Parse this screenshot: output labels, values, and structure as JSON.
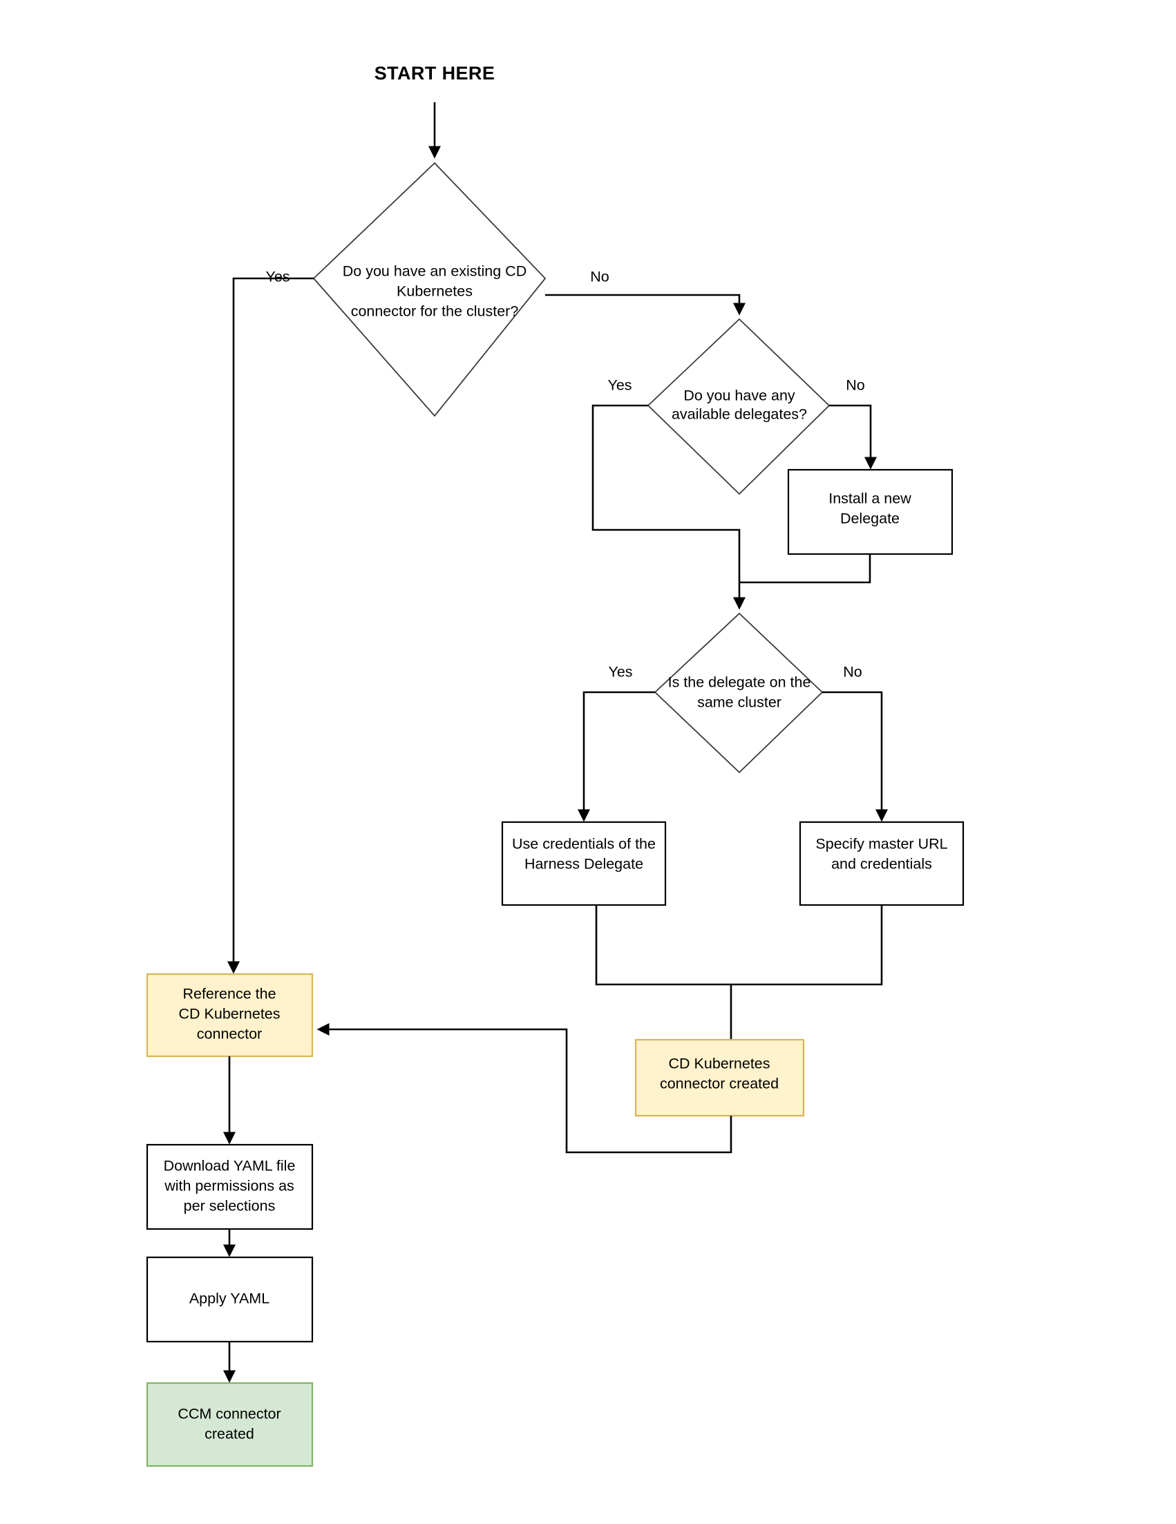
{
  "diagram": {
    "type": "flowchart",
    "title_label": "START HERE",
    "palette": {
      "orange_fill": "#FFF2CC",
      "orange_stroke": "#D6B656",
      "green_fill": "#D5E8D4",
      "green_stroke": "#82B366",
      "box_fill": "#FFFFFF",
      "box_stroke": "#000000",
      "edge_stroke": "#000000"
    },
    "decisions": [
      {
        "id": "d1",
        "lines": [
          "Do you have an existing CD",
          "Kubernetes",
          "connector for the cluster?"
        ],
        "yes_label": "Yes",
        "no_label": "No"
      },
      {
        "id": "d2",
        "lines": [
          "Do you have any",
          "available delegates?"
        ],
        "yes_label": "Yes",
        "no_label": "No"
      },
      {
        "id": "d3",
        "lines": [
          "Is the delegate on the",
          "same cluster"
        ],
        "yes_label": "Yes",
        "no_label": "No"
      }
    ],
    "processes": [
      {
        "id": "p_install_delegate",
        "lines": [
          "Install a new",
          "Delegate"
        ],
        "style": "plain"
      },
      {
        "id": "p_use_creds",
        "lines": [
          "Use credentials of the",
          "Harness Delegate"
        ],
        "style": "plain"
      },
      {
        "id": "p_specify_master",
        "lines": [
          "Specify master URL",
          "and credentials"
        ],
        "style": "plain"
      },
      {
        "id": "p_reference_connector",
        "lines": [
          "Reference the",
          "CD Kubernetes",
          "connector"
        ],
        "style": "orange"
      },
      {
        "id": "p_cd_connector_created",
        "lines": [
          "CD Kubernetes",
          "connector created"
        ],
        "style": "orange"
      },
      {
        "id": "p_download_yaml",
        "lines": [
          "Download YAML file",
          "with permissions as",
          "per selections"
        ],
        "style": "plain"
      },
      {
        "id": "p_apply_yaml",
        "lines": [
          "Apply YAML"
        ],
        "style": "plain"
      },
      {
        "id": "p_ccm_connector_created",
        "lines": [
          "CCM connector",
          "created"
        ],
        "style": "green"
      }
    ]
  }
}
